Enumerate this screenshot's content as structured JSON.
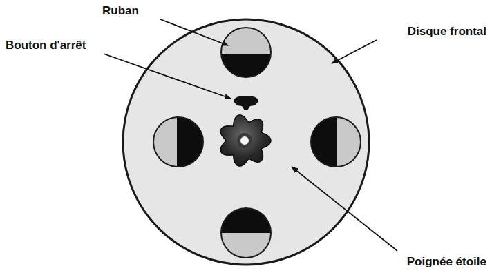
{
  "diagram": {
    "labels": [
      "Ruban",
      "Bouton d'arrêt",
      "Disque frontal",
      "Poignée étoile"
    ]
  }
}
